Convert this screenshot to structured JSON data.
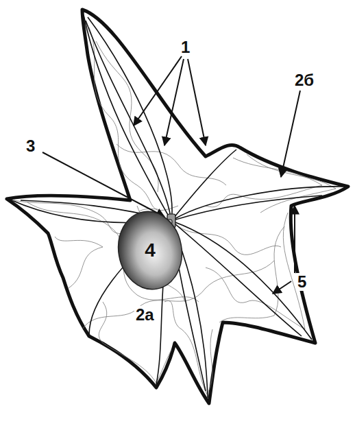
{
  "diagram": {
    "nodes": [
      {
        "text": [
          "4"
        ]
      }
    ],
    "labels": [
      "1",
      "2б",
      "3",
      "2а",
      "5"
    ]
  }
}
